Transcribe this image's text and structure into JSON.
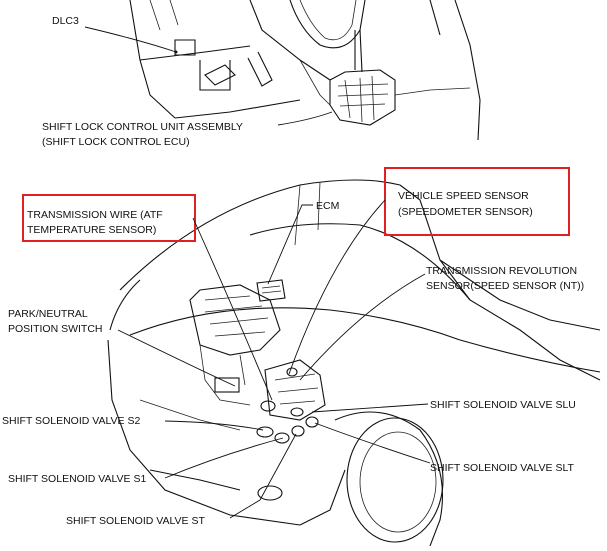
{
  "labels": {
    "dlc3": "DLC3",
    "shift_lock_1": "SHIFT LOCK CONTROL UNIT ASSEMBLY",
    "shift_lock_2": "(SHIFT LOCK CONTROL ECU)",
    "trans_wire_1": "TRANSMISSION WIRE (ATF",
    "trans_wire_2": "TEMPERATURE SENSOR)",
    "ecm": "ECM",
    "vss_1": "VEHICLE SPEED SENSOR",
    "vss_2": "(SPEEDOMETER SENSOR)",
    "trs_1": "TRANSMISSION REVOLUTION",
    "trs_2": "SENSOR(SPEED SENSOR (NT))",
    "pn_1": "PARK/NEUTRAL",
    "pn_2": "POSITION SWITCH",
    "s2": "SHIFT SOLENOID VALVE S2",
    "slu": "SHIFT SOLENOID VALVE SLU",
    "s1": "SHIFT SOLENOID VALVE S1",
    "slt": "SHIFT SOLENOID VALVE SLT",
    "st": "SHIFT SOLENOID VALVE ST"
  },
  "colors": {
    "highlight": "#e02020",
    "ink": "#111111",
    "background": "#ffffff"
  }
}
